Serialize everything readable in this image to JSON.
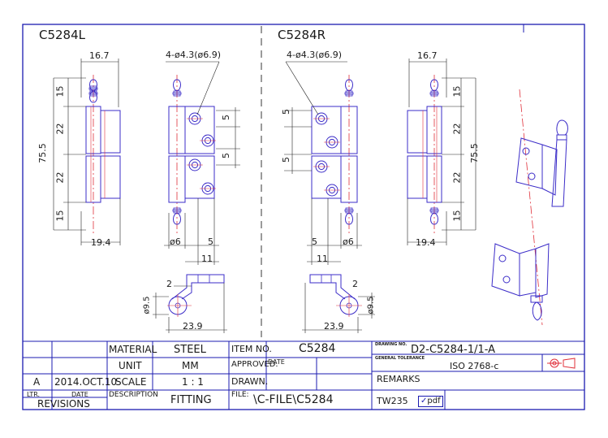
{
  "colors": {
    "frame": "#1b1bb0",
    "dim": "#222222",
    "part": "#3b2cc8",
    "center": "#e0303a",
    "inner": "#e83a3a"
  },
  "views": {
    "left_title": "C5284L",
    "right_title": "C5284R"
  },
  "dims": {
    "width_top": "16.7",
    "holes_spec": "4-ø4.3(ø6.9)",
    "overall_height": "75.5",
    "seg_top": "15",
    "seg_a": "22",
    "seg_b": "22",
    "seg_bottom": "15",
    "base_width": "19.4",
    "hole_gap": "5",
    "pin_dia": "ø6",
    "leaf_offset": "5",
    "leaf_width": "11",
    "thickness": "2",
    "eye_dia": "ø9.5",
    "eye_len": "23.9"
  },
  "title_block": {
    "revision_letter": "A",
    "revision_date": "2014.OCT.10",
    "ltr_label": "LTR.",
    "date_label": "DATE",
    "revisions_label": "REVISIONS",
    "material_label": "MATERIAL",
    "material_value": "STEEL",
    "unit_label": "UNIT",
    "unit_value": "MM",
    "scale_label": "SCALE",
    "scale_value": "1 : 1",
    "description_label": "DESCRIPTION",
    "description_value": "FITTING",
    "item_label": "ITEM NO.",
    "item_value": "C5284",
    "approved_label": "APPROVED.",
    "approved_date_label": "DATE",
    "drawn_label": "DRAWN.",
    "file_label": "FILE:",
    "file_value": "\\C-FILE\\C5284",
    "drawing_no_label": "DRAWING NO.",
    "drawing_no_value": "D2-C5284-1/1-A",
    "tolerance_label": "GENERAL TOLERANCE",
    "tolerance_value": "ISO 2768-c",
    "remarks_label": "REMARKS",
    "remarks_value": "TW235",
    "pdf_label": "pdf",
    "pdf_checked": true
  },
  "icons": [
    "projection-symbol-icon",
    "checkbox-icon"
  ]
}
